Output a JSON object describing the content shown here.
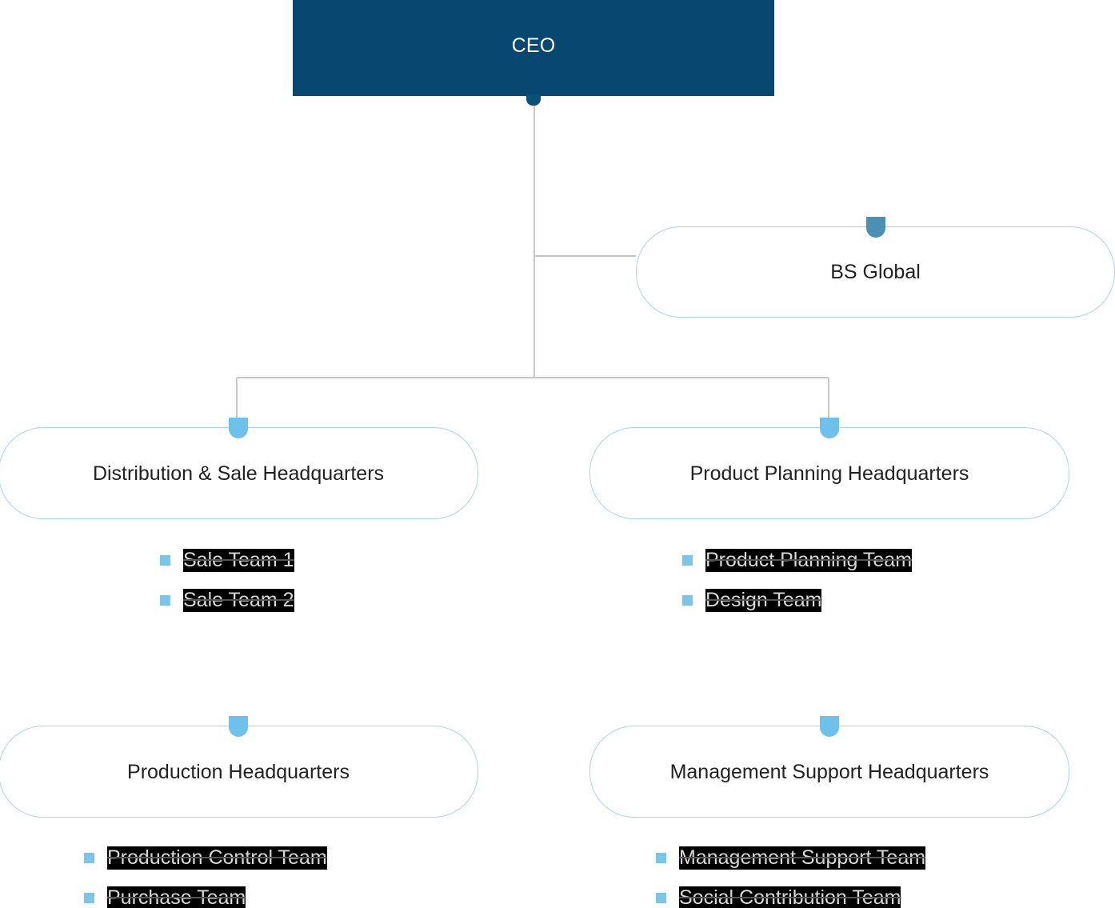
{
  "chart_title": "",
  "colors": {
    "root_fill": "#084870",
    "root_text": "#ffffff",
    "pill_border": "#a9d4ef",
    "pill_text": "#222222",
    "nub": "#6ec1ea",
    "nub_dark": "#4c8fb5",
    "connector_line": "#c9c9c9",
    "bullet": "#7cc4e8",
    "redacted_bg": "#000000"
  },
  "org": {
    "root": {
      "label": "CEO"
    },
    "branch": {
      "label": "BS Global"
    },
    "divisions": [
      {
        "label": "Distribution & Sale Headquarters",
        "teams": [
          "Sale Team 1",
          "Sale Team 2"
        ]
      },
      {
        "label": "Product Planning Headquarters",
        "teams": [
          "Product Planning Team",
          "Design Team"
        ]
      },
      {
        "label": "Production Headquarters",
        "teams": [
          "Production Control Team",
          "Purchase Team"
        ]
      },
      {
        "label": "Management Support Headquarters",
        "teams": [
          "Management Support Team",
          "Social Contribution Team"
        ]
      }
    ]
  }
}
